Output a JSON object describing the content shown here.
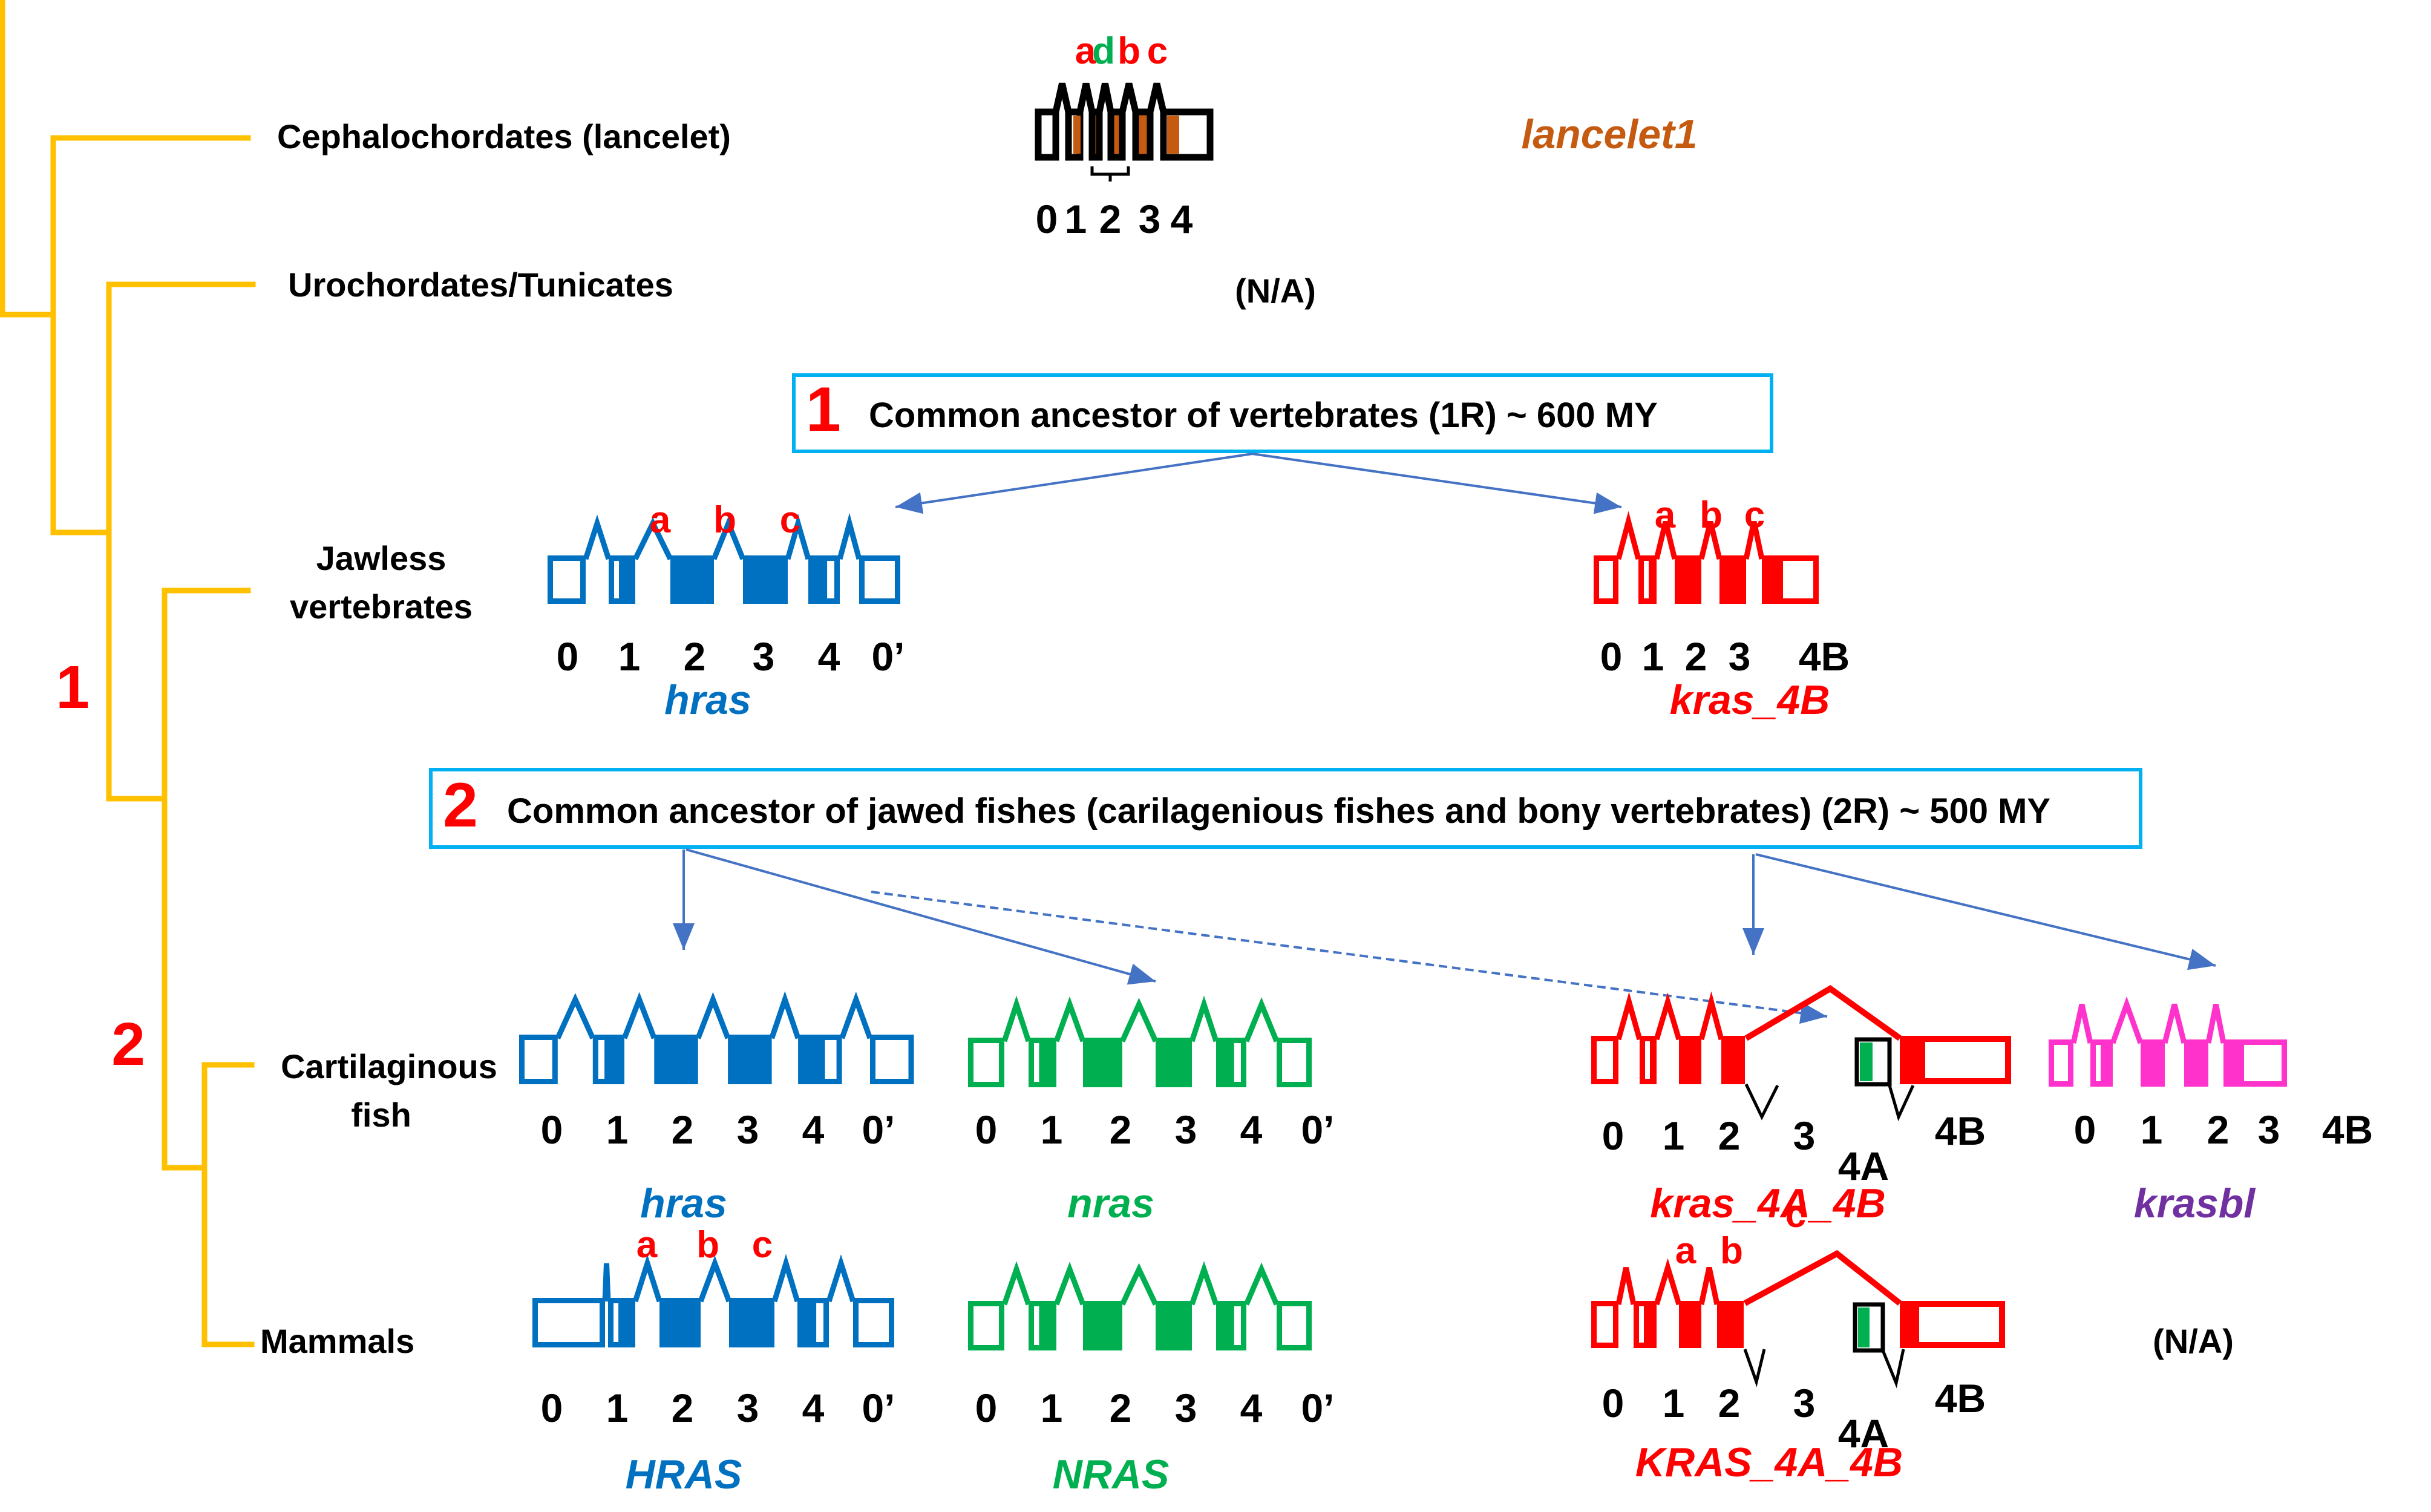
{
  "tree": {
    "color": "#ffc000",
    "taxa": [
      {
        "id": "lancelet",
        "label": "Cephalochordates   (lancelet)"
      },
      {
        "id": "tunicates",
        "label": "Urochordates/Tunicates"
      },
      {
        "id": "jawless",
        "label_lines": [
          "Jawless",
          "vertebrates"
        ]
      },
      {
        "id": "cartilaginous",
        "label_lines": [
          "Cartilaginous",
          "fish"
        ]
      },
      {
        "id": "mammals",
        "label": "Mammals"
      }
    ],
    "duplication_markers": [
      "1",
      "2"
    ]
  },
  "events": [
    {
      "number": "1",
      "text": "Common ancestor of vertebrates   (1R) ~ 600 MY",
      "border_color": "#00b0f0"
    },
    {
      "number": "2",
      "text": "Common ancestor of jawed fishes (carilagenious fishes and bony vertebrates)   (2R) ~ 500 MY",
      "border_color": "#00b0f0"
    }
  ],
  "arrow_color": "#4472c4",
  "colors": {
    "hras": "#0070c0",
    "nras": "#00b050",
    "kras": "#ff0000",
    "krasbl_struct": "#ff33cc",
    "krasbl_label": "#7030a0",
    "lancelet_fill": "#c55a11",
    "lancelet_struct": "#000000",
    "site_red": "#ff0000",
    "site_green": "#00b050",
    "exon4a_fill": "#00b050"
  },
  "genes": {
    "lancelet1": {
      "name": "lancelet1",
      "exon_labels": [
        "0",
        "1",
        "2",
        "3",
        "4"
      ],
      "sites": [
        "a",
        "d",
        "b",
        "c"
      ],
      "site_colors": [
        "#ff0000",
        "#00b050",
        "#ff0000",
        "#ff0000"
      ],
      "note": "(N/A)"
    },
    "jawless_hras": {
      "name": "hras",
      "exon_labels": [
        "0",
        "1",
        "2",
        "3",
        "4",
        "0’"
      ],
      "sites": [
        "a",
        "b",
        "c"
      ]
    },
    "jawless_kras": {
      "name": "kras_4B",
      "exon_labels": [
        "0",
        "1",
        "2",
        "3",
        "4B"
      ],
      "sites": [
        "a",
        "b",
        "c"
      ]
    },
    "cart_hras": {
      "name": "hras",
      "exon_labels": [
        "0",
        "1",
        "2",
        "3",
        "4",
        "0’"
      ]
    },
    "cart_nras": {
      "name": "nras",
      "exon_labels": [
        "0",
        "1",
        "2",
        "3",
        "4",
        "0’"
      ]
    },
    "cart_kras": {
      "name": "kras_4A_4B",
      "exon_labels": [
        "0",
        "1",
        "2",
        "3",
        "4A",
        "4B"
      ]
    },
    "cart_krasbl": {
      "name": "krasbl",
      "exon_labels": [
        "0",
        "1",
        "2",
        "3",
        "4B"
      ]
    },
    "mam_hras": {
      "name": "HRAS",
      "exon_labels": [
        "0",
        "1",
        "2",
        "3",
        "4",
        "0’"
      ],
      "sites": [
        "a",
        "b",
        "c"
      ]
    },
    "mam_nras": {
      "name": "NRAS",
      "exon_labels": [
        "0",
        "1",
        "2",
        "3",
        "4",
        "0’"
      ]
    },
    "mam_kras": {
      "name": "KRAS_4A_4B",
      "exon_labels": [
        "0",
        "1",
        "2",
        "3",
        "4A",
        "4B"
      ],
      "sites": [
        "a",
        "b",
        "c"
      ]
    },
    "mam_krasbl": {
      "note": "(N/A)"
    }
  }
}
